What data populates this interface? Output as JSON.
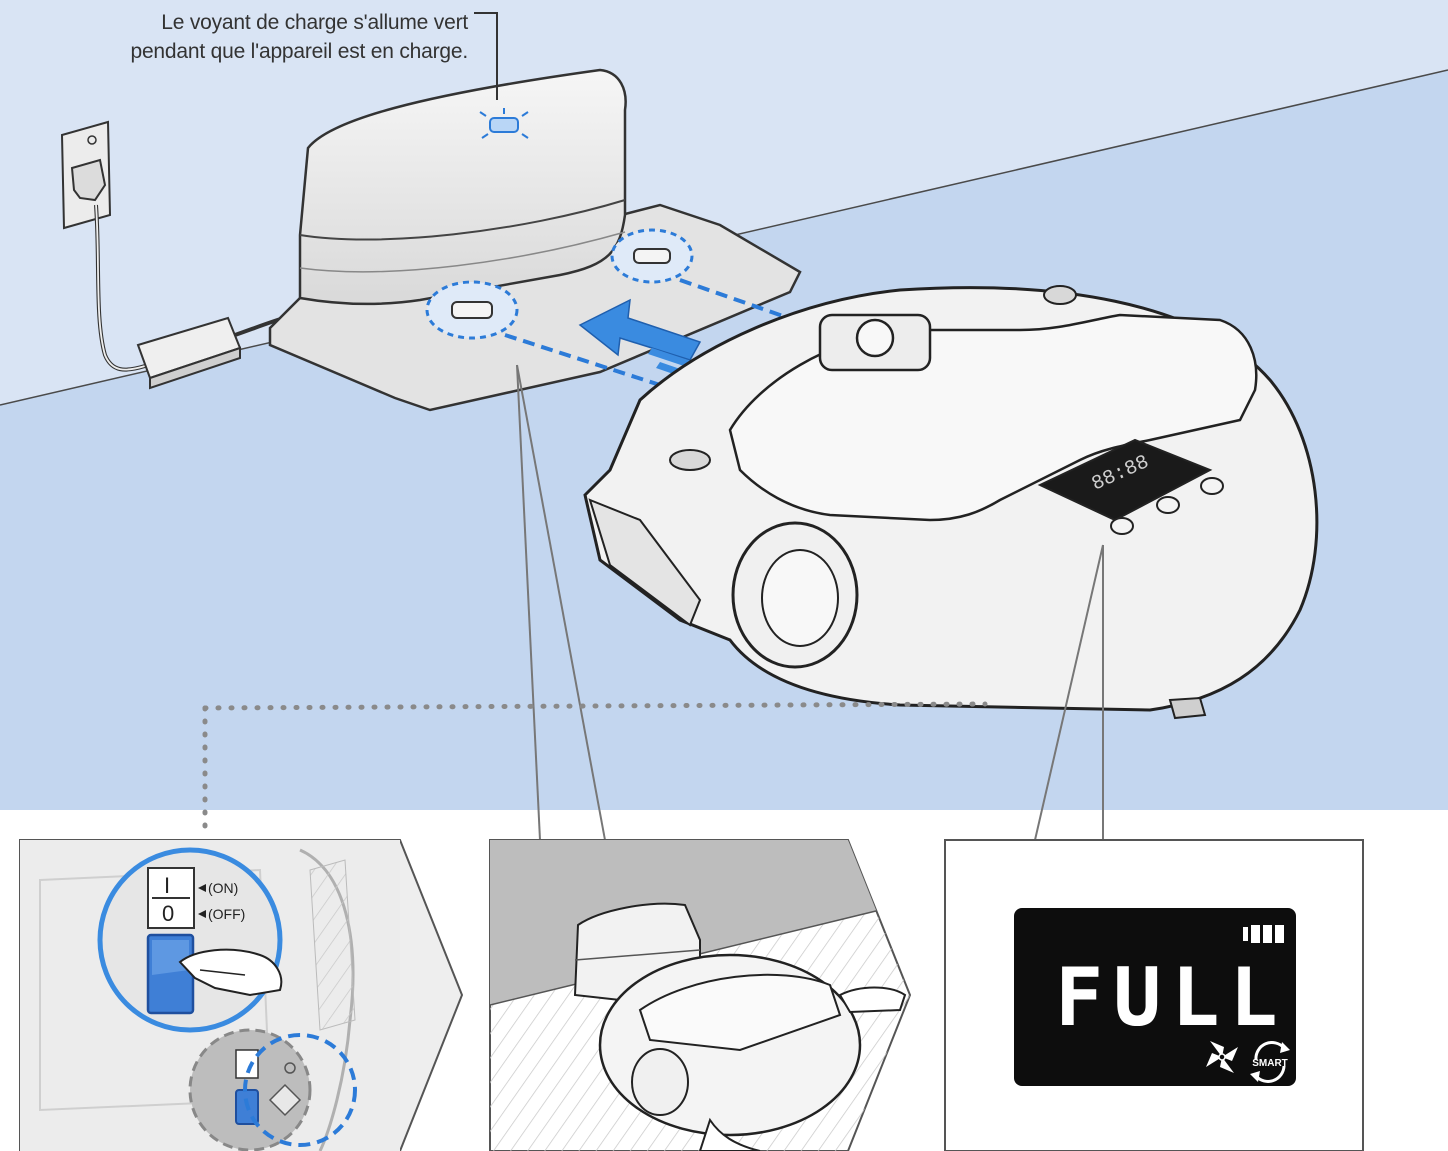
{
  "caption": {
    "line1": "Le voyant de charge s'allume vert",
    "line2": "pendant que l'appareil est en charge."
  },
  "switch_panel": {
    "on_label": "(ON)",
    "off_label": "(OFF)",
    "on_symbol": "I",
    "off_symbol": "0"
  },
  "robot_display": {
    "status_text": "FULL",
    "mode_label": "SMART"
  },
  "colors": {
    "wall": "#d9e4f4",
    "floor": "#c3d6ef",
    "highlight": "#3a8be0",
    "display_bg": "#0d0d0d",
    "switch_blue": "#3f7fd6"
  },
  "icons": [
    "power-outlet-icon",
    "power-adapter-icon",
    "charging-light-icon",
    "fan-icon",
    "smart-mode-icon",
    "battery-icon",
    "hand-icon"
  ]
}
